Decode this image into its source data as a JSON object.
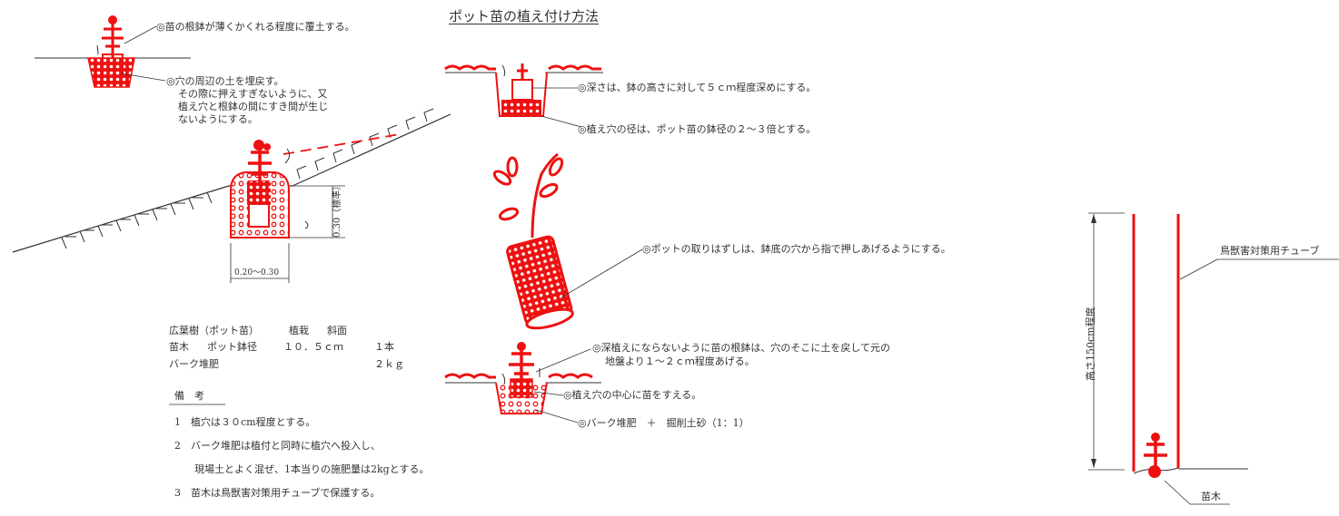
{
  "title": "ポット苗の植え付け方法",
  "notes": {
    "cover_soil": "◎苗の根鉢が薄くかくれる程度に覆土する。",
    "backfill_1": "◎穴の周辺の土を埋戻す。",
    "backfill_2": "その際に押えすぎないように、又",
    "backfill_3": "植え穴と根鉢の間にすき間が生じ",
    "backfill_4": "ないようにする。",
    "depth": "◎深さは、鉢の高さに対して５ｃｍ程度深めにする。",
    "diameter": "◎植え穴の径は、ポット苗の鉢径の２～３倍とする。",
    "pot_removal": "◎ポットの取りはずしは、鉢底の穴から指で押しあげるようにする。",
    "raise_1": "◎深植えにならないように苗の根鉢は、穴のそこに土を戻して元の",
    "raise_2": "地盤より１～２ｃｍ程度あげる。",
    "center": "◎植え穴の中心に苗をすえる。",
    "compost_mix": "◎バーク堆肥　＋　掘削土砂（1：1）"
  },
  "dims": {
    "depth": "0.30（標準）",
    "width": "0.20～0.30",
    "tube_height": "高さ150cm程度"
  },
  "labels": {
    "tube": "鳥獣害対策用チューブ",
    "seedling": "苗木"
  },
  "spec": {
    "r1": [
      "広葉樹（ポット苗）",
      "植栽",
      "斜面",
      ""
    ],
    "r2": [
      "苗木",
      "ポット鉢径",
      "１０．５ｃｍ",
      "１本"
    ],
    "r3": [
      "バーク堆肥",
      "",
      "",
      "２ｋｇ"
    ]
  },
  "remarks": {
    "heading": "備　考",
    "items": [
      "1　植穴は３０cm程度とする。",
      "2　バーク堆肥は植付と同時に植穴へ投入し、",
      "　　現場土とよく混ぜ、1本当りの施肥量は2kgとする。",
      "3　苗木は鳥獣害対策用チューブで保護する。"
    ]
  },
  "colors": {
    "accent": "#ee1111",
    "line": "#333333"
  }
}
